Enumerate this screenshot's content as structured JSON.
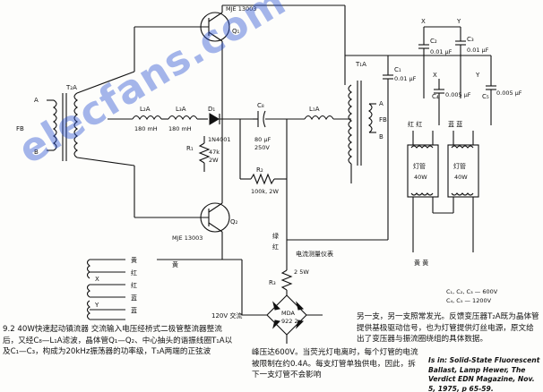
{
  "labels": {
    "q1": "Q₁",
    "q1_part": "MJE 13003",
    "q2": "Q₂",
    "q2_part": "MJE 13003",
    "t2a": "T₂A",
    "fb_left": "FB",
    "a_left": "A",
    "b_left": "B",
    "l2a": "L₂A",
    "l2a_val": "180 mH",
    "l3a": "L₃A",
    "l3a_val": "180 mH",
    "d1": "D₁",
    "d1_part": "1N4001",
    "r1": "R₁",
    "r1_val1": "47k",
    "r1_val2": "2W",
    "c8": "C₈",
    "c8_val1": "80 μF",
    "c8_val2": "250V",
    "l1a": "L₁A",
    "t1a": "T₁A",
    "fb_right": "FB",
    "a_right": "A",
    "b_right": "B",
    "c1": "C₁",
    "c1_val": "0.01 μF",
    "c2": "C₂",
    "c2_val": "0.01 μF",
    "c3": "C₃",
    "c3_val": "0.01 μF",
    "c4": "C₄",
    "c4_val": "0.005 μF",
    "c5": "C₅",
    "c5_val": "0.005 μF",
    "x_top": "X",
    "y_top": "Y",
    "x_mid": "X",
    "y_mid": "Y",
    "r2_top": "R₂",
    "r2_val": "100k, 2W",
    "green": "绿",
    "red": "红",
    "meter": "电流测量仪表",
    "r3": "R₃",
    "r3_val": "2 5W",
    "bridge_part1": "MDA",
    "bridge_part2": "922 2",
    "ac_input": "120V 交流",
    "yellow_top": "黄",
    "tap_yellow1": "黄",
    "tap_red1": "红",
    "tap_x": "X",
    "tap_red2": "红",
    "tap_y": "Y",
    "tap_blue": "蓝",
    "tap_blue2": "蓝",
    "lamp1_top": "红  红",
    "lamp1_mid1": "灯管",
    "lamp1_mid2": "40W",
    "lamp2_top": "蓝  蓝",
    "lamp2_mid1": "灯管",
    "lamp2_mid2": "40W",
    "bottom_yellow": "黄  黄",
    "cap_ratings1": "C₁, C₂, C₃ — 600V",
    "cap_ratings2": "C₄, C₅ — 1200V"
  },
  "caption_left": "9.2    40W快速起动镇流器   交流输入电压经桥式二极管整流器整流后，又经C₈—L₁A滤波，晶体管Q₁—Q₂、中心抽头的谐振线圈T₁A以及C₁—C₃，构成为20kHz振荡器的功率级，T₁A两端的正弦波",
  "caption_mid": "峰压达600V。当荧光灯电离时，每个灯管的电流被限制在约0.4A。每支灯管单独供电，因此，拆下一支灯管不会影响",
  "caption_right": "另一支，另一支照常发光。反馈变压器T₂A既为晶体管提供基极驱动信号，也为灯管提供灯丝电源，原文给出了变压器与振流圈绕组的具体数据。",
  "source": "Is in: Solid-State Fluorescent Ballast, Lamp Hewer, The Verdict EDN Magazine, Nov. 5, 1975, p 65-59.",
  "watermark": "elecfans.com"
}
